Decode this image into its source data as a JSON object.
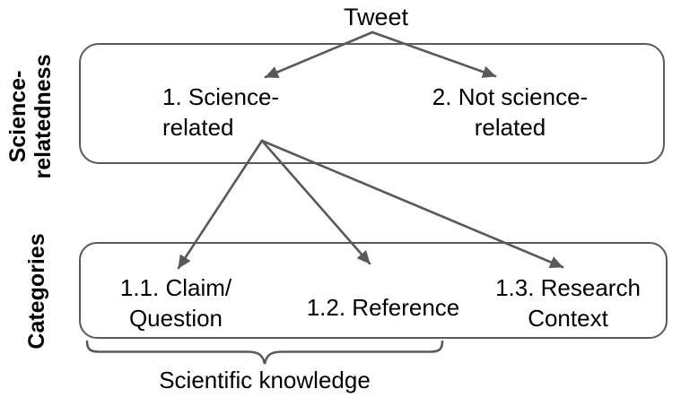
{
  "colors": {
    "line": "#595959",
    "text": "#000000",
    "background": "#ffffff"
  },
  "root": {
    "label": "Tweet"
  },
  "levels": [
    {
      "axis_label": "Science-\nrelatedness",
      "nodes": [
        {
          "label": "1. Science-\nrelated"
        },
        {
          "label": "2. Not science-\nrelated"
        }
      ]
    },
    {
      "axis_label": "Categories",
      "nodes": [
        {
          "label": "1.1. Claim/\nQuestion"
        },
        {
          "label": "1.2. Reference"
        },
        {
          "label": "1.3. Research\nContext"
        }
      ]
    }
  ],
  "edges": [
    {
      "from": "Tweet",
      "to": "1. Science-related"
    },
    {
      "from": "Tweet",
      "to": "2. Not science-related"
    },
    {
      "from": "1. Science-related",
      "to": "1.1. Claim/Question"
    },
    {
      "from": "1. Science-related",
      "to": "1.2. Reference"
    },
    {
      "from": "1. Science-related",
      "to": "1.3. Research Context"
    }
  ],
  "brace": {
    "label": "Scientific knowledge"
  }
}
